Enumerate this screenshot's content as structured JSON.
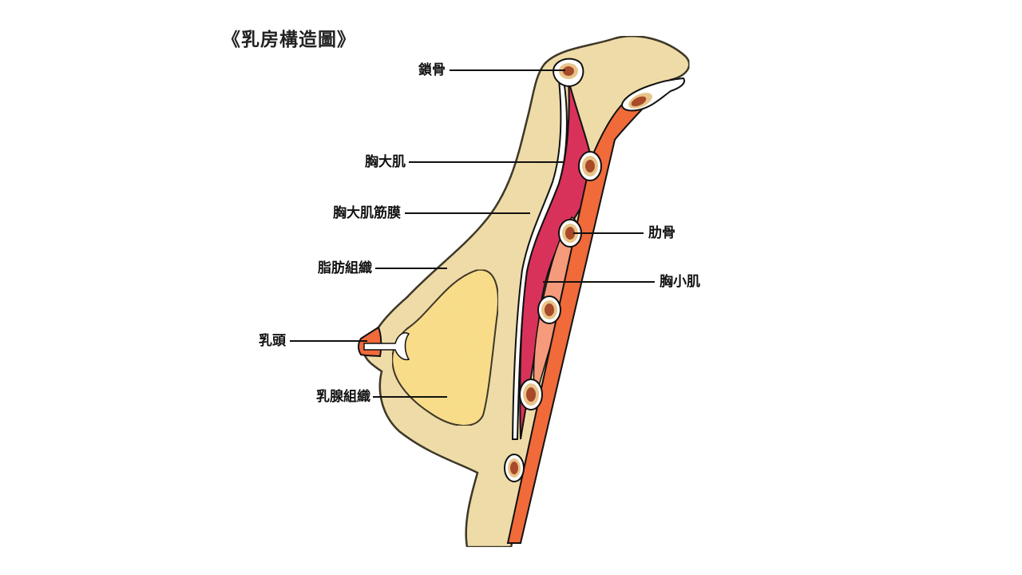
{
  "title": "《乳房構造圖》",
  "labels": {
    "clavicle": "鎖骨",
    "pectoralis_major": "胸大肌",
    "pectoralis_fascia": "胸大肌筋膜",
    "fat_tissue": "脂肪組織",
    "nipple": "乳頭",
    "glandular_tissue": "乳腺組織",
    "ribs": "肋骨",
    "pectoralis_minor": "胸小肌"
  },
  "colors": {
    "fat": "#f2dfaa",
    "gland": "#fde08a",
    "pectoralis_major": "#d8325a",
    "pectoralis_minor": "#f59a7a",
    "rib_muscle": "#f06a3a",
    "bone_marrow": "#a84a2a",
    "outline": "#111111"
  }
}
